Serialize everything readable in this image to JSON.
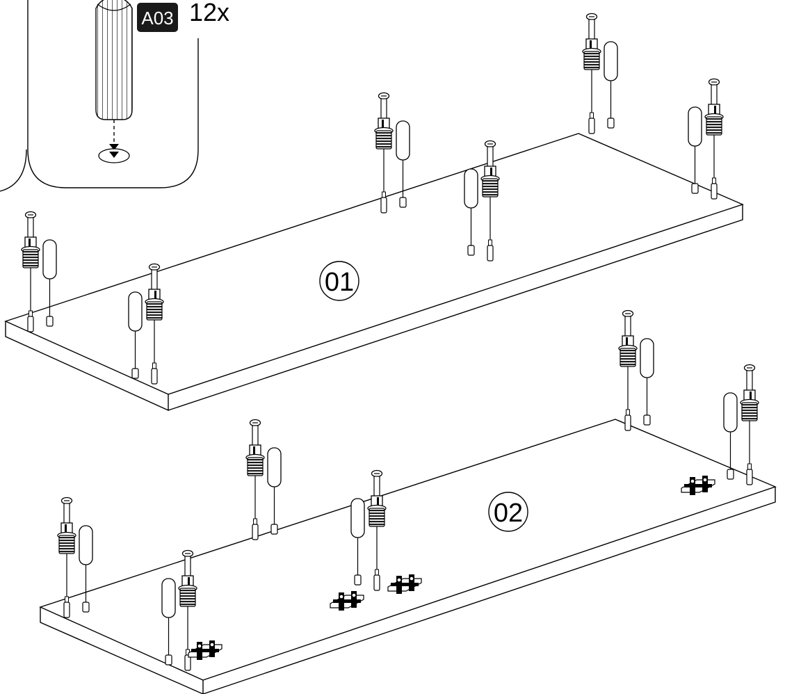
{
  "callout": {
    "part_code": "A03",
    "quantity": "12x"
  },
  "panels": [
    {
      "label": "01"
    },
    {
      "label": "02"
    }
  ],
  "colors": {
    "line": "#000000",
    "badge_bg": "#1a1a1a",
    "thread": "#222222",
    "background": "#ffffff"
  }
}
